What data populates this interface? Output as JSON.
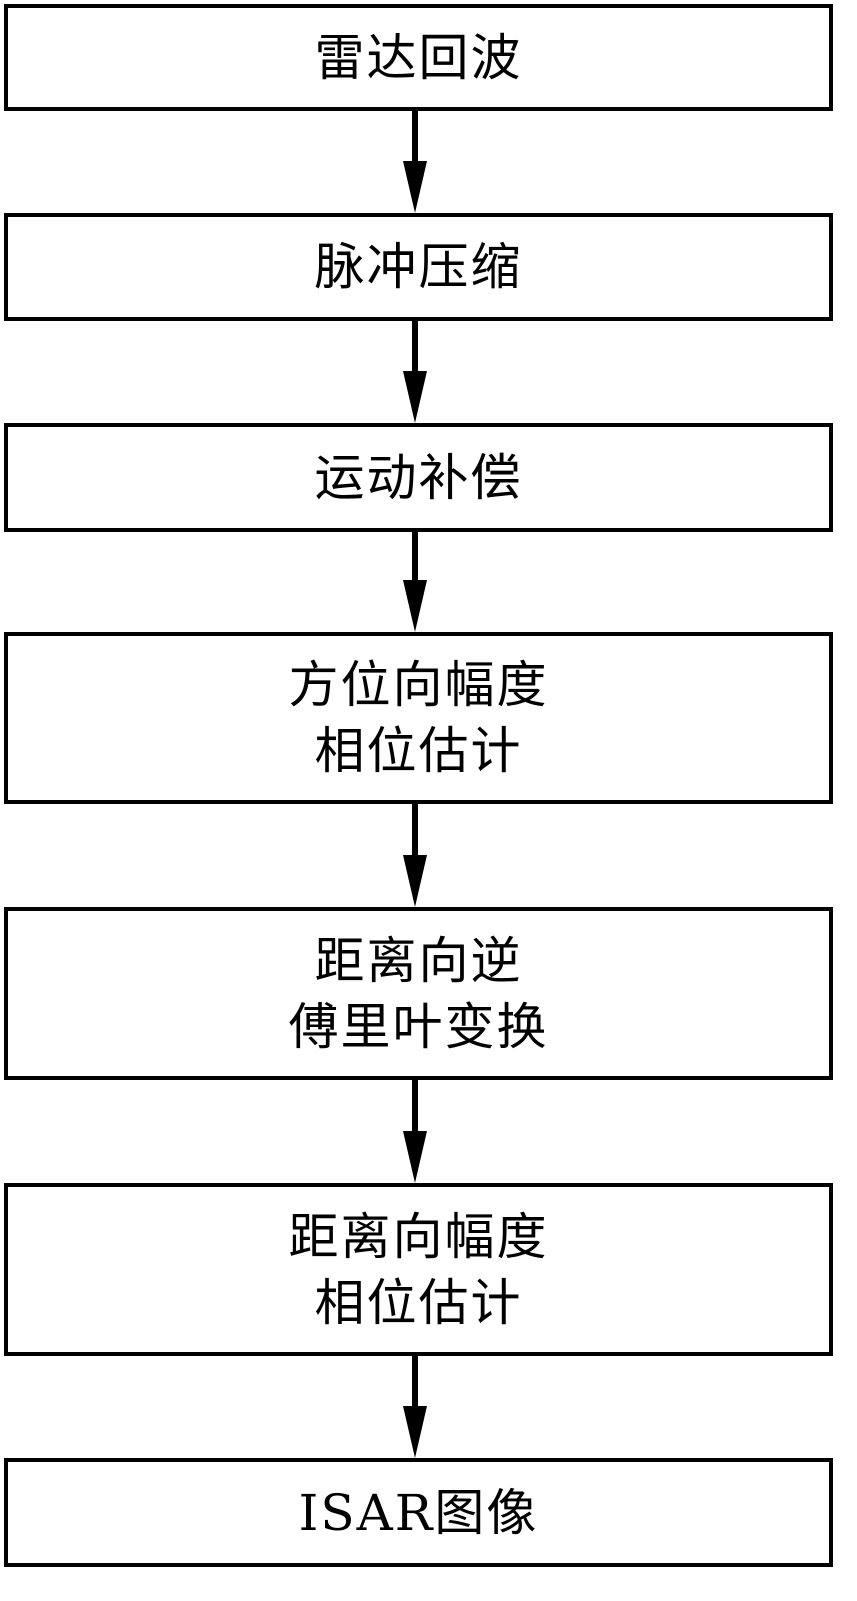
{
  "flowchart": {
    "steps": [
      {
        "lines": [
          "雷达回波"
        ]
      },
      {
        "lines": [
          "脉冲压缩"
        ]
      },
      {
        "lines": [
          "运动补偿"
        ]
      },
      {
        "lines": [
          "方位向幅度",
          "相位估计"
        ]
      },
      {
        "lines": [
          "距离向逆",
          "傅里叶变换"
        ]
      },
      {
        "lines": [
          "距离向幅度",
          "相位估计"
        ]
      },
      {
        "lines": [
          "ISAR图像"
        ]
      }
    ],
    "colors": {
      "stroke": "#000000",
      "fill": "#ffffff",
      "text": "#000000"
    }
  }
}
